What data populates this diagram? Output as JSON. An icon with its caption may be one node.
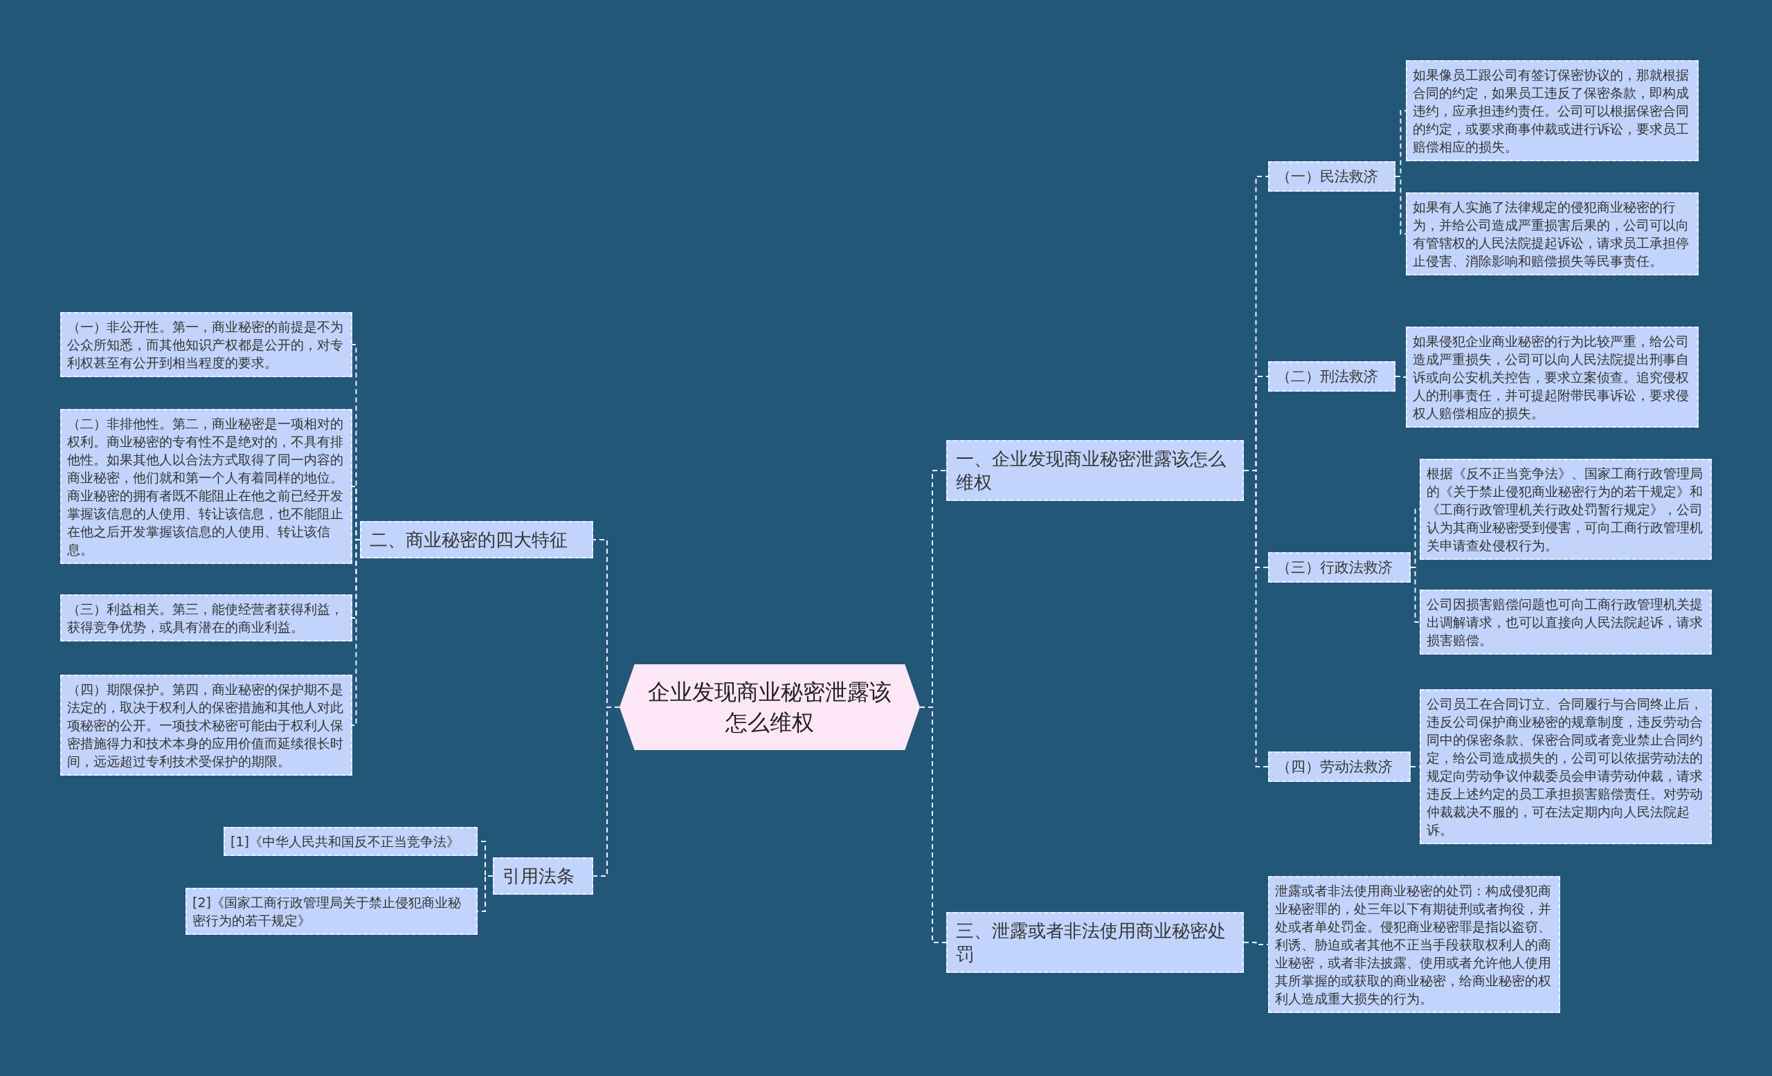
{
  "diagram": {
    "nodes": [
      {
        "text": [
          "企业发现商业秘密泄露该怎么维权"
        ]
      },
      {
        "text": [
          "一、企业发现商业秘密泄露该怎么维权"
        ]
      },
      {
        "text": [
          "（一）民法救济"
        ]
      },
      {
        "text": [
          "如果像员工跟公司有签订保密协议的，那就根据合同的约定，如果员工违反了保密条款，即构成违约，应承担违约责任。公司可以根据保密合同的约定，或要求商事仲裁或进行诉讼，要求员工赔偿相应的损失。"
        ]
      },
      {
        "text": [
          "如果有人实施了法律规定的侵犯商业秘密的行为，并给公司造成严重损害后果的，公司可以向有管辖权的人民法院提起诉讼，请求员工承担停止侵害、消除影响和赔偿损失等民事责任。"
        ]
      },
      {
        "text": [
          "（二）刑法救济"
        ]
      },
      {
        "text": [
          "如果侵犯企业商业秘密的行为比较严重，给公司造成严重损失，公司可以向人民法院提出刑事自诉或向公安机关控告，要求立案侦查。追究侵权人的刑事责任，并可提起附带民事诉讼，要求侵权人赔偿相应的损失。"
        ]
      },
      {
        "text": [
          "（三）行政法救济"
        ]
      },
      {
        "text": [
          "根据《反不正当竞争法》、国家工商行政管理局的《关于禁止侵犯商业秘密行为的若干规定》和《工商行政管理机关行政处罚暂行规定》，公司认为其商业秘密受到侵害，可向工商行政管理机关申请查处侵权行为。"
        ]
      },
      {
        "text": [
          "公司因损害赔偿问题也可向工商行政管理机关提出调解请求，也可以直接向人民法院起诉，请求损害赔偿。"
        ]
      },
      {
        "text": [
          "（四）劳动法救济"
        ]
      },
      {
        "text": [
          "公司员工在合同订立、合同履行与合同终止后，违反公司保护商业秘密的规章制度，违反劳动合同中的保密条款、保密合同或者竞业禁止合同约定，给公司造成损失的，公司可以依据劳动法的规定向劳动争议仲裁委员会申请劳动仲裁，请求违反上述约定的员工承担损害赔偿责任。对劳动仲裁裁决不服的，可在法定期内向人民法院起诉。"
        ]
      },
      {
        "text": [
          "三、泄露或者非法使用商业秘密处罚"
        ]
      },
      {
        "text": [
          "泄露或者非法使用商业秘密的处罚：构成侵犯商业秘密罪的，处三年以下有期徒刑或者拘役，并处或者单处罚金。侵犯商业秘密罪是指以盗窃、利诱、胁迫或者其他不正当手段获取权利人的商业秘密，或者非法披露、使用或者允许他人使用其所掌握的或获取的商业秘密，给商业秘密的权利人造成重大损失的行为。"
        ]
      },
      {
        "text": [
          "二、商业秘密的四大特征"
        ]
      },
      {
        "text": [
          "（一）非公开性。第一，商业秘密的前提是不为公众所知悉，而其他知识产权都是公开的，对专利权甚至有公开到相当程度的要求。"
        ]
      },
      {
        "text": [
          "（二）非排他性。第二，商业秘密是一项相对的权利。商业秘密的专有性不是绝对的，不具有排他性。如果其他人以合法方式取得了同一内容的商业秘密，他们就和第一个人有着同样的地位。商业秘密的拥有者既不能阻止在他之前已经开发掌握该信息的人使用、转让该信息，也不能阻止在他之后开发掌握该信息的人使用、转让该信息。"
        ]
      },
      {
        "text": [
          "（三）利益相关。第三，能使经营者获得利益，获得竞争优势，或具有潜在的商业利益。"
        ]
      },
      {
        "text": [
          "（四）期限保护。第四，商业秘密的保护期不是法定的，取决于权利人的保密措施和其他人对此项秘密的公开。一项技术秘密可能由于权利人保密措施得力和技术本身的应用价值而延续很长时间，远远超过专利技术受保护的期限。"
        ]
      },
      {
        "text": [
          "引用法条"
        ]
      },
      {
        "text": [
          "[1]《中华人民共和国反不正当竞争法》"
        ]
      },
      {
        "text": [
          "[2]《国家工商行政管理局关于禁止侵犯商业秘密行为的若干规定》"
        ]
      }
    ],
    "edges": [
      {
        "from": 0,
        "to": 1,
        "arrow": "none",
        "style": "dashed"
      },
      {
        "from": 1,
        "to": 2,
        "arrow": "none",
        "style": "dashed"
      },
      {
        "from": 2,
        "to": 3,
        "arrow": "none",
        "style": "dashed"
      },
      {
        "from": 2,
        "to": 4,
        "arrow": "none",
        "style": "dashed"
      },
      {
        "from": 1,
        "to": 5,
        "arrow": "none",
        "style": "dashed"
      },
      {
        "from": 5,
        "to": 6,
        "arrow": "none",
        "style": "dashed"
      },
      {
        "from": 1,
        "to": 7,
        "arrow": "none",
        "style": "dashed"
      },
      {
        "from": 7,
        "to": 8,
        "arrow": "none",
        "style": "dashed"
      },
      {
        "from": 7,
        "to": 9,
        "arrow": "none",
        "style": "dashed"
      },
      {
        "from": 1,
        "to": 10,
        "arrow": "none",
        "style": "dashed"
      },
      {
        "from": 10,
        "to": 11,
        "arrow": "none",
        "style": "dashed"
      },
      {
        "from": 0,
        "to": 12,
        "arrow": "none",
        "style": "dashed"
      },
      {
        "from": 12,
        "to": 13,
        "arrow": "none",
        "style": "dashed"
      },
      {
        "from": 0,
        "to": 14,
        "arrow": "none",
        "style": "dashed"
      },
      {
        "from": 14,
        "to": 15,
        "arrow": "none",
        "style": "dashed"
      },
      {
        "from": 14,
        "to": 16,
        "arrow": "none",
        "style": "dashed"
      },
      {
        "from": 14,
        "to": 17,
        "arrow": "none",
        "style": "dashed"
      },
      {
        "from": 14,
        "to": 18,
        "arrow": "none",
        "style": "dashed"
      },
      {
        "from": 0,
        "to": 19,
        "arrow": "none",
        "style": "dashed"
      },
      {
        "from": 19,
        "to": 20,
        "arrow": "none",
        "style": "dashed"
      },
      {
        "from": 19,
        "to": 21,
        "arrow": "none",
        "style": "dashed"
      }
    ]
  }
}
